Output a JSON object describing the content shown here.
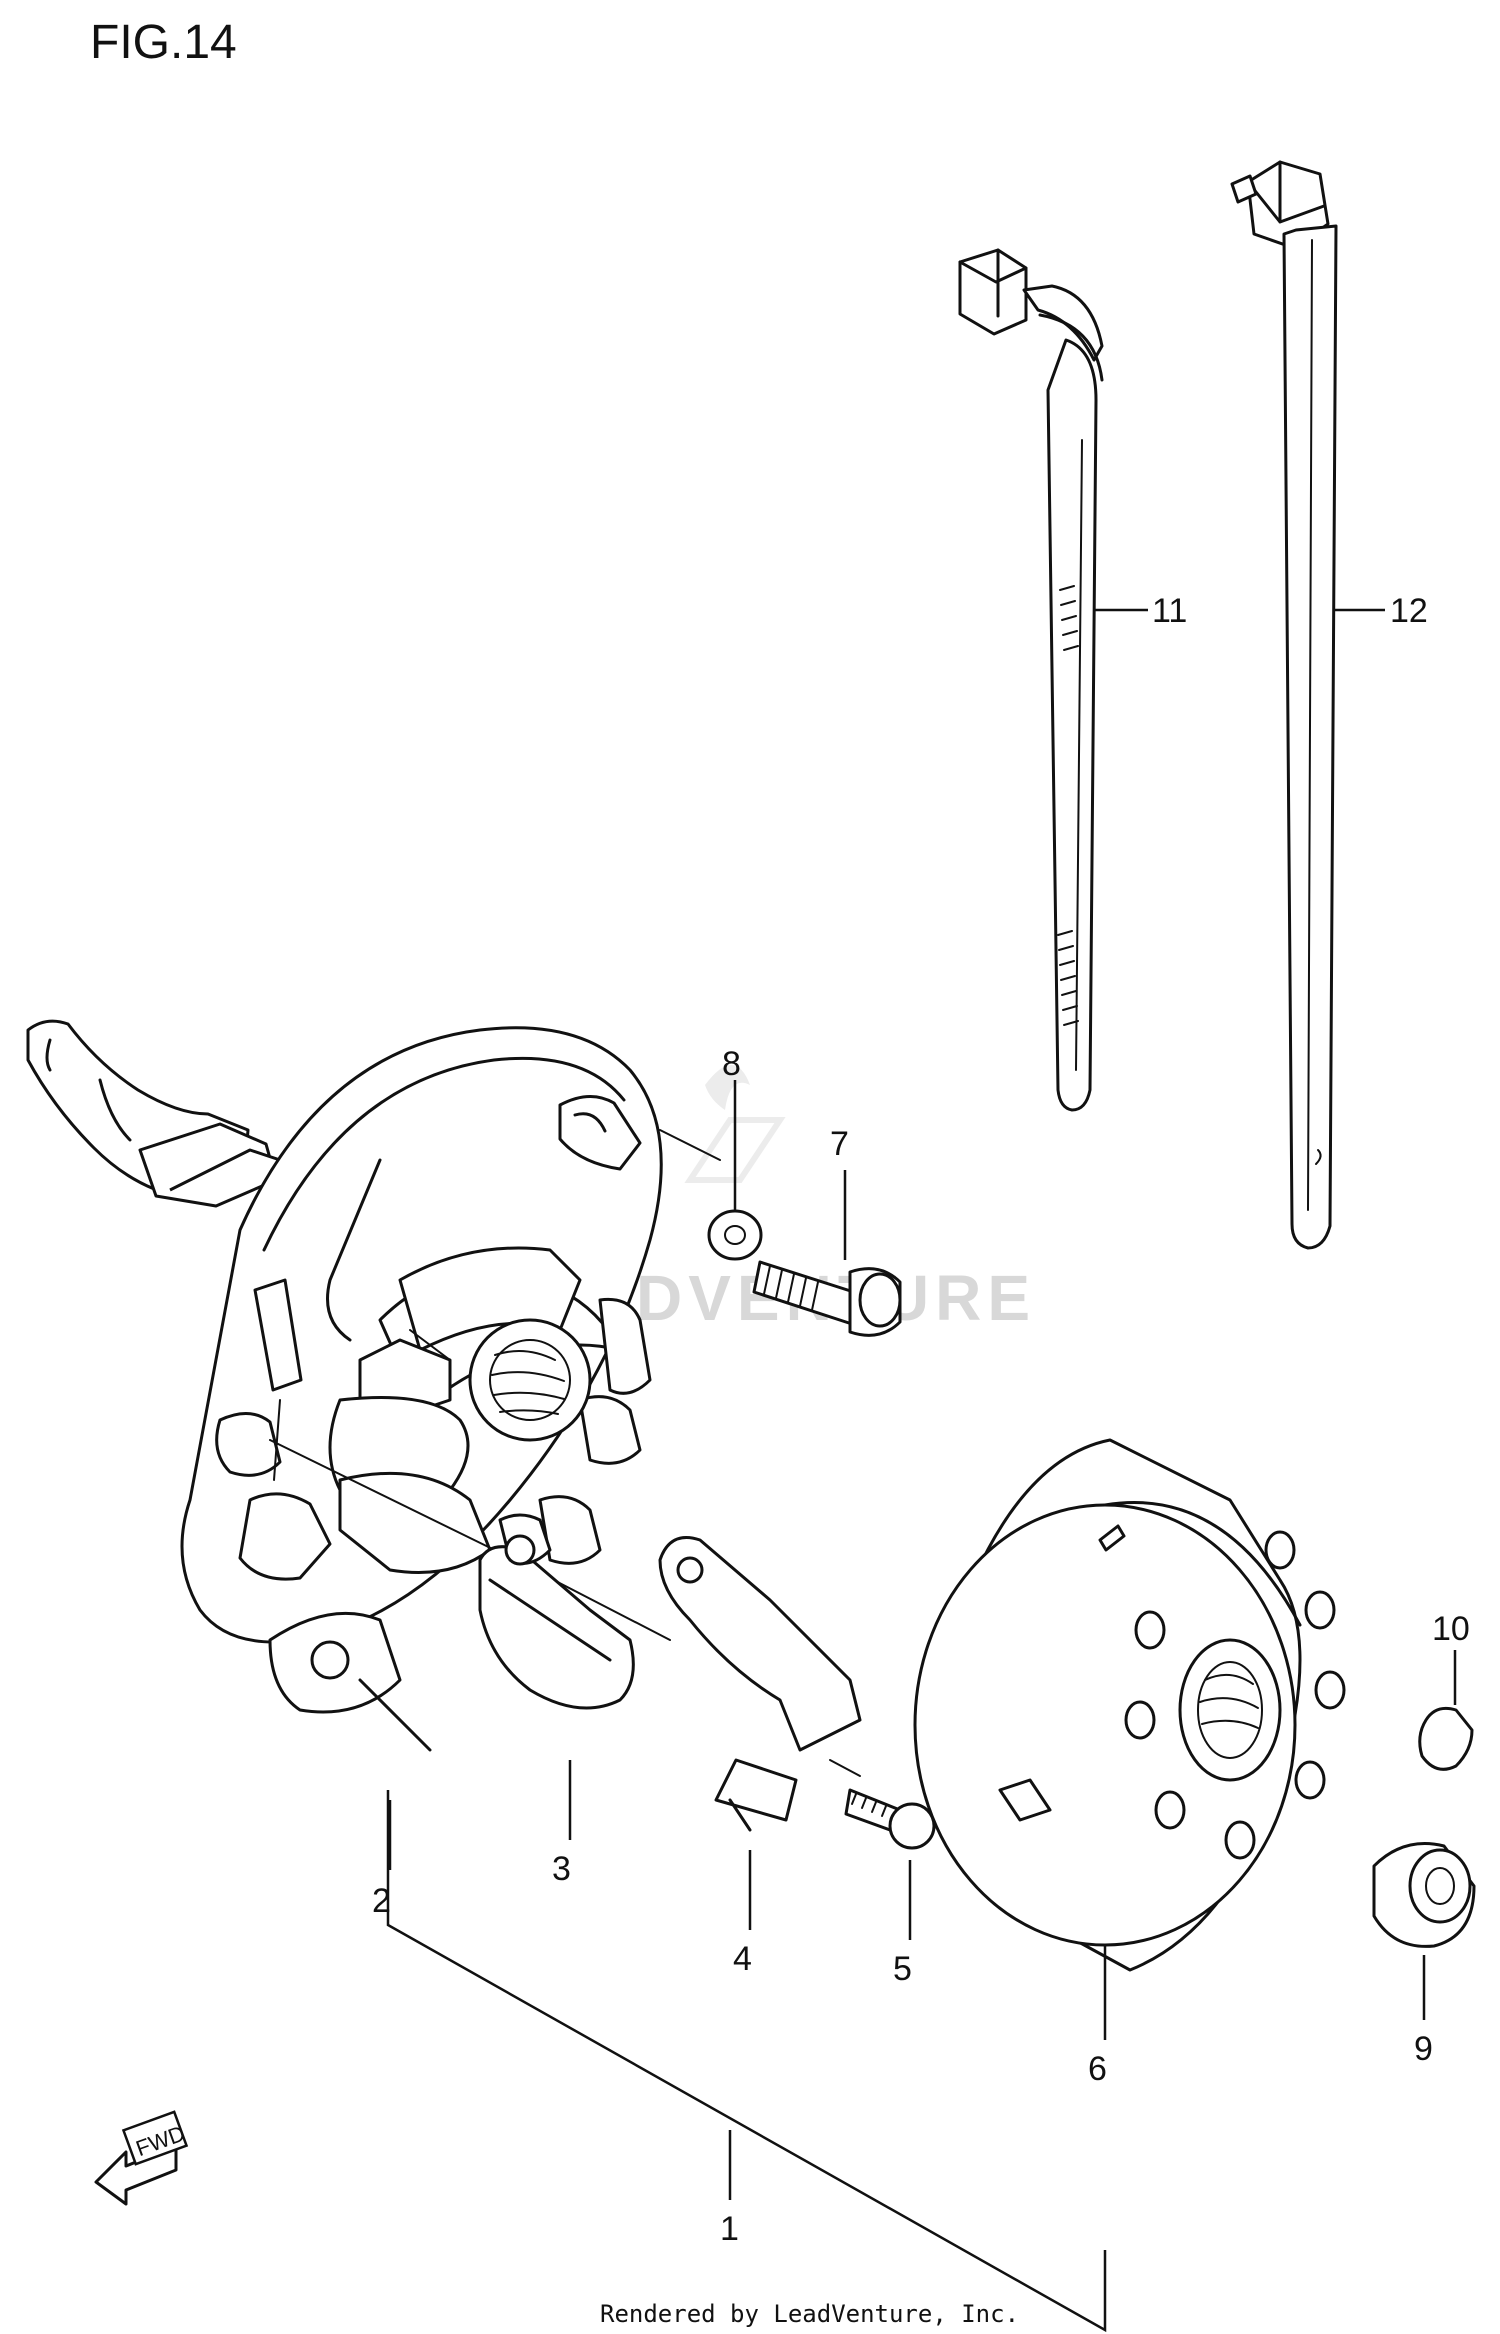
{
  "figure": {
    "title": "FIG.14"
  },
  "watermark": "LEADVENTURE",
  "direction_badge": "FWD",
  "credit": "Rendered by LeadVenture, Inc.",
  "callouts": [
    "1",
    "2",
    "3",
    "4",
    "5",
    "6",
    "7",
    "8",
    "9",
    "10",
    "11",
    "12"
  ],
  "colors": {
    "ink": "#111111",
    "background": "#ffffff",
    "watermark": "#d8d8d8"
  }
}
